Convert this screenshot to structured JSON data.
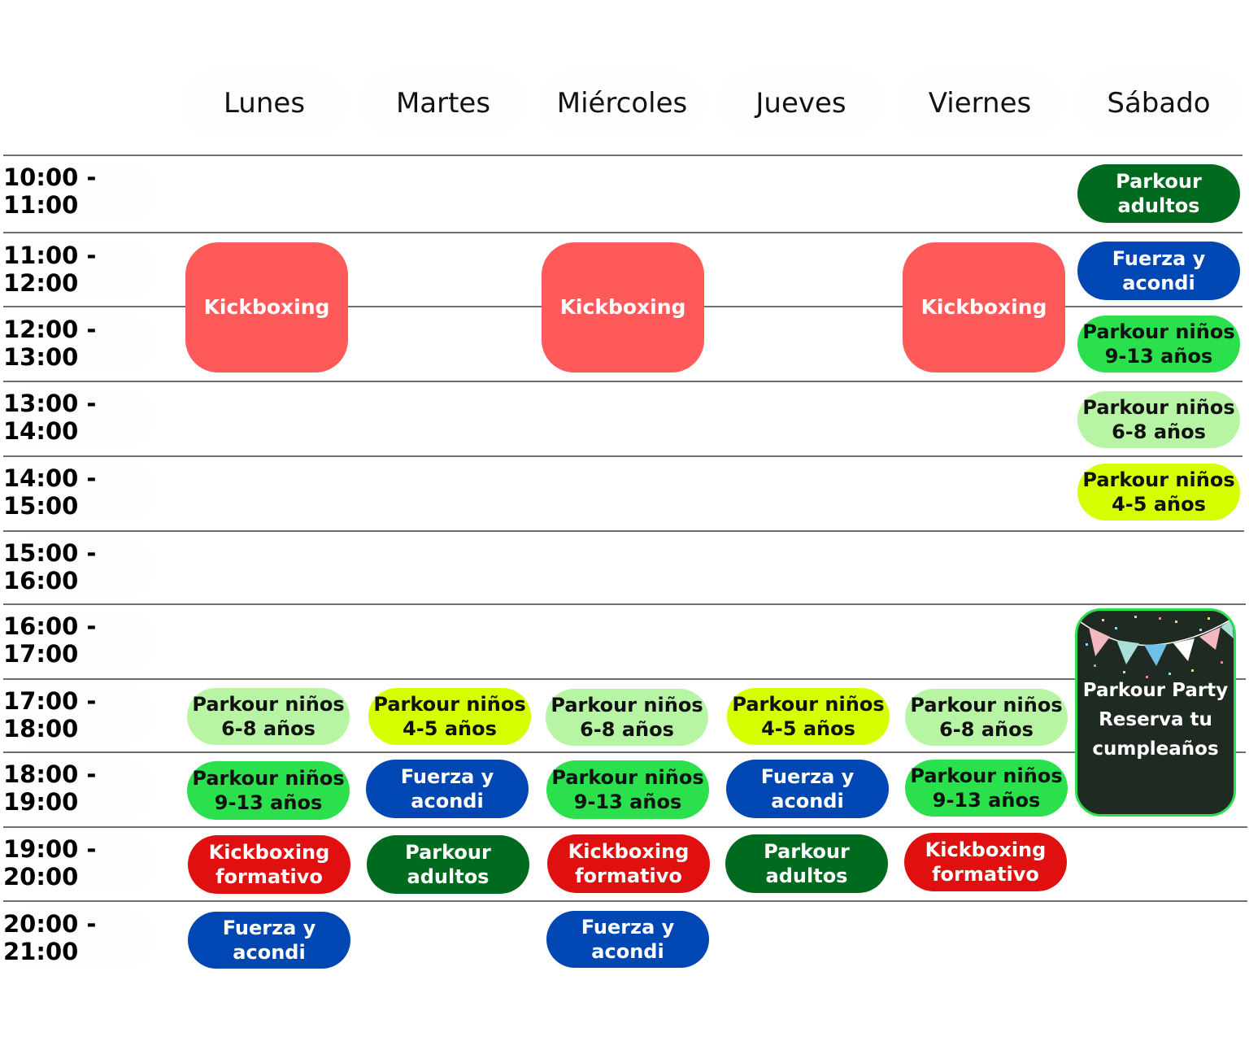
{
  "days": [
    "Lunes",
    "Martes",
    "Miércoles",
    "Jueves",
    "Viernes",
    "Sábado"
  ],
  "times": [
    "10:00 - 11:00",
    "11:00 - 12:00",
    "12:00 - 13:00",
    "13:00 - 14:00",
    "14:00 - 15:00",
    "15:00 - 16:00",
    "16:00 - 17:00",
    "17:00 - 18:00",
    "18:00 - 19:00",
    "19:00 - 20:00",
    "20:00 - 21:00"
  ],
  "classes": {
    "sat_parkour_adultos": [
      "Parkour",
      "adultos"
    ],
    "sat_fuerza": [
      "Fuerza y",
      "acondi"
    ],
    "sat_ninos_9_13": [
      "Parkour niños",
      "9-13 años"
    ],
    "sat_ninos_6_8": [
      "Parkour niños",
      "6-8 años"
    ],
    "sat_ninos_4_5": [
      "Parkour niños",
      "4-5 años"
    ],
    "kick_lunes": [
      "Kickboxing"
    ],
    "kick_miercoles": [
      "Kickboxing"
    ],
    "kick_viernes": [
      "Kickboxing"
    ],
    "lun_17": [
      "Parkour niños",
      "6-8 años"
    ],
    "mar_17": [
      "Parkour niños",
      "4-5 años"
    ],
    "mie_17": [
      "Parkour niños",
      "6-8 años"
    ],
    "jue_17": [
      "Parkour niños",
      "4-5 años"
    ],
    "vie_17": [
      "Parkour niños",
      "6-8 años"
    ],
    "lun_18": [
      "Parkour niños",
      "9-13 años"
    ],
    "mar_18": [
      "Fuerza y",
      "acondi"
    ],
    "mie_18": [
      "Parkour niños",
      "9-13 años"
    ],
    "jue_18": [
      "Fuerza y",
      "acondi"
    ],
    "vie_18": [
      "Parkour niños",
      "9-13 años"
    ],
    "lun_19": [
      "Kickboxing",
      "formativo"
    ],
    "mar_19": [
      "Parkour",
      "adultos"
    ],
    "mie_19": [
      "Kickboxing",
      "formativo"
    ],
    "jue_19": [
      "Parkour",
      "adultos"
    ],
    "vie_19": [
      "Kickboxing",
      "formativo"
    ],
    "lun_20": [
      "Fuerza y",
      "acondi"
    ],
    "mie_20": [
      "Fuerza y",
      "acondi"
    ]
  },
  "party": [
    "Parkour Party",
    "Reserva tu",
    "cumpleaños"
  ],
  "colors": {
    "dark_green": "#006b1e",
    "blue": "#0047b3",
    "bright_green": "#2be04d",
    "light_green": "#b7f5a4",
    "lime": "#d6ff00",
    "red": "#e01010",
    "salmon": "#ff5a5a",
    "party_bg": "#1f2a22"
  }
}
